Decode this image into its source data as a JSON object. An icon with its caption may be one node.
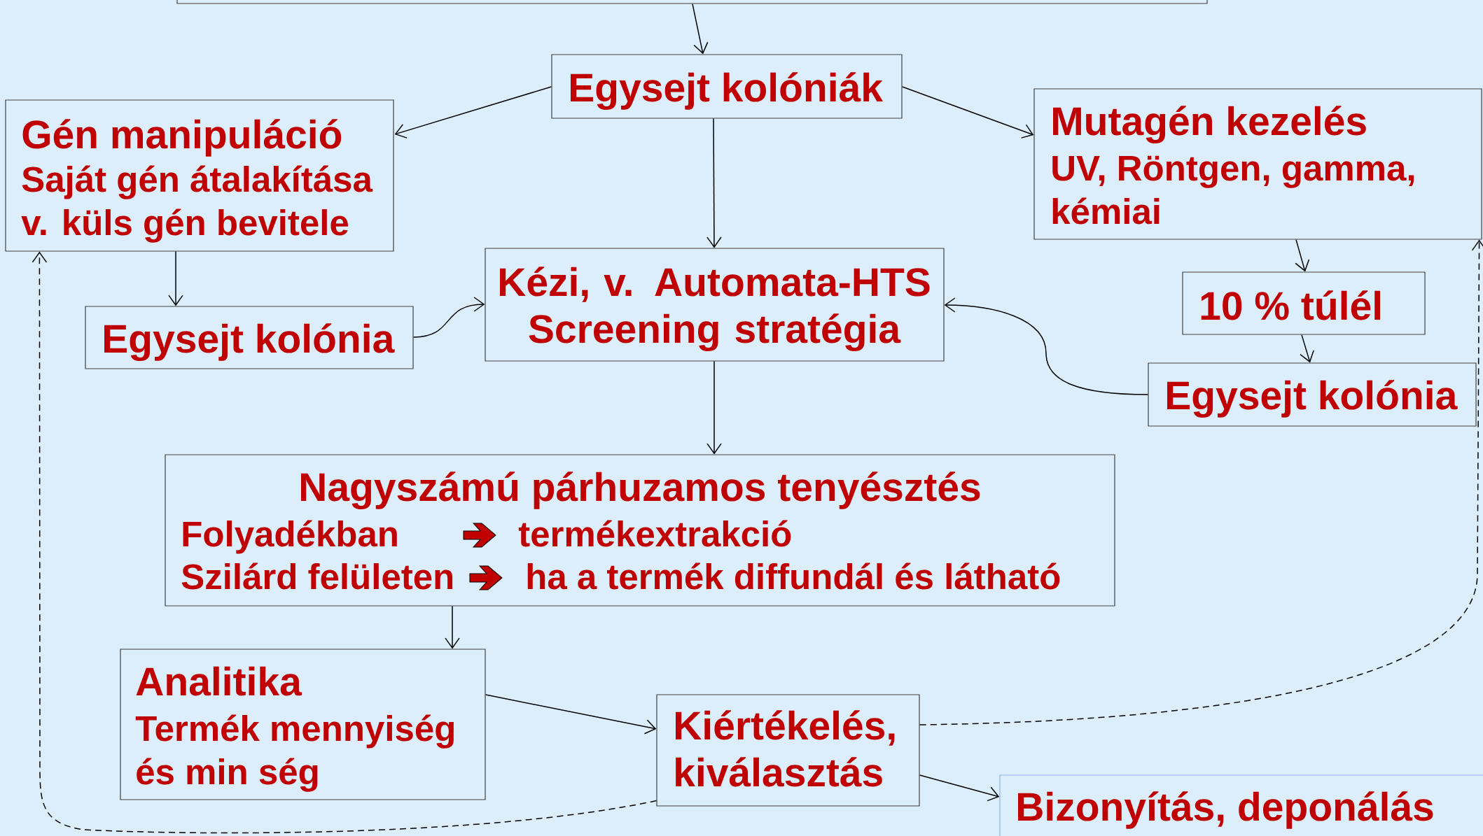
{
  "diagram": {
    "nodes": [
      {
        "text": [],
        "shape": "box"
      },
      {
        "text": [
          "Egysejt kolóniák"
        ]
      },
      {
        "text": [
          "Gén manipuláció",
          "Saját gén átalakítása v. küls gén bevitele"
        ]
      },
      {
        "text": [
          "Mutagén kezelés",
          "UV, Röntgen, gamma, kémiai"
        ]
      },
      {
        "text": [
          "Kézi, v. Automata-HTS Screening stratégia"
        ]
      },
      {
        "text": [
          "Egysejt kolónia"
        ]
      },
      {
        "text": [
          "10 % túlél"
        ]
      },
      {
        "text": [
          "Egysejt kolónia"
        ]
      },
      {
        "text": [
          "Nagyszámú párhuzamos tenyésztés",
          "Folyadékban",
          "termékextrakció",
          "Szilárd felületen",
          "ha a termék diffundál és látható"
        ]
      },
      {
        "text": [
          "Analitika",
          "Termék mennyiség és min ség"
        ]
      },
      {
        "text": [
          "Kiértékelés, kiválasztás"
        ]
      },
      {
        "text": [
          "Bizonyítás, deponálás"
        ]
      }
    ],
    "edges": [
      {
        "from": 0,
        "to": 1,
        "arrow": "to"
      },
      {
        "from": 1,
        "to": 2,
        "arrow": "to"
      },
      {
        "from": 1,
        "to": 3,
        "arrow": "to"
      },
      {
        "from": 1,
        "to": 4,
        "arrow": "to"
      },
      {
        "from": 2,
        "to": 5,
        "arrow": "to"
      },
      {
        "from": 5,
        "to": 4,
        "arrow": "to"
      },
      {
        "from": 3,
        "to": 6,
        "arrow": "to"
      },
      {
        "from": 6,
        "to": 7,
        "arrow": "to"
      },
      {
        "from": 7,
        "to": 4,
        "arrow": "to"
      },
      {
        "from": 4,
        "to": 8,
        "arrow": "to"
      },
      {
        "from": 8,
        "to": 9,
        "arrow": "to"
      },
      {
        "from": 9,
        "to": 10,
        "arrow": "to"
      },
      {
        "from": 10,
        "to": 11,
        "arrow": "to"
      },
      {
        "from": 10,
        "to": 3,
        "arrow": "to",
        "style": "dashed"
      },
      {
        "from": 10,
        "to": 2,
        "arrow": "to",
        "style": "dashed"
      }
    ]
  }
}
